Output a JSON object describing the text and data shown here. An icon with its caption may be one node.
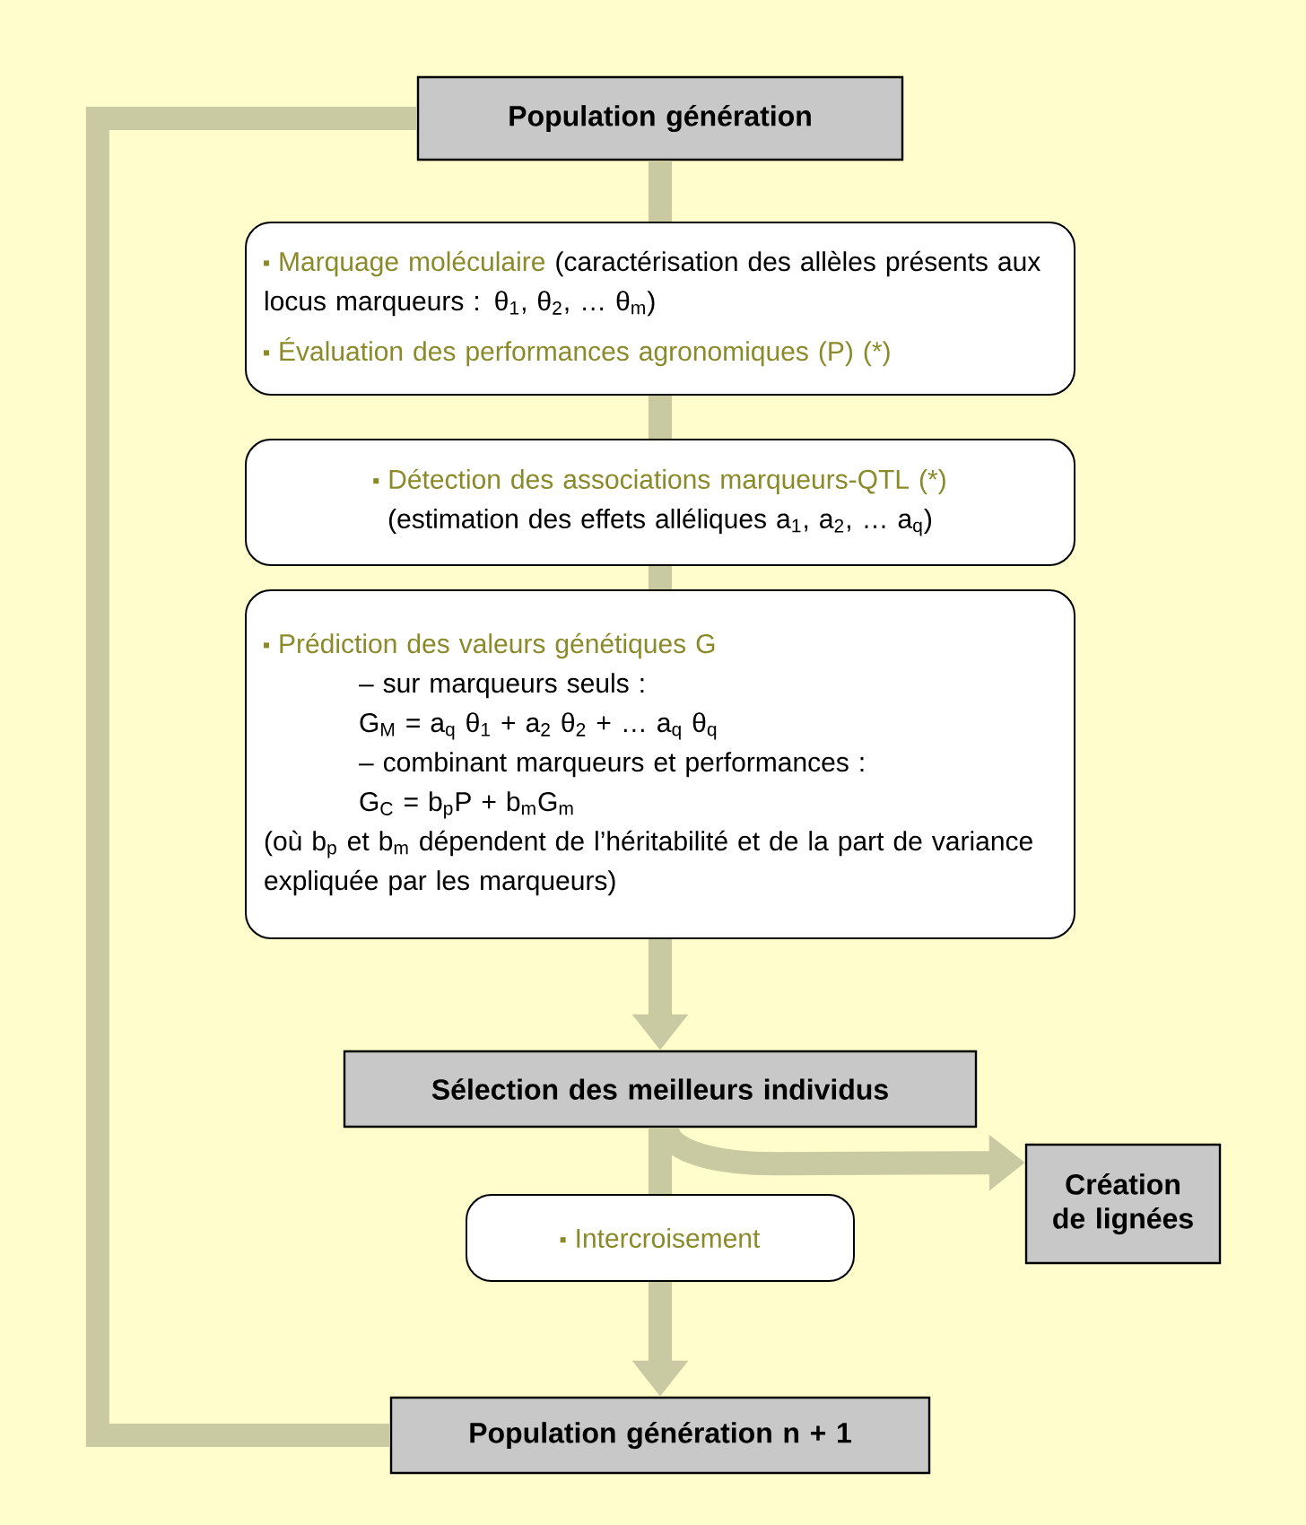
{
  "diagram": {
    "nodes": [
      {
        "text": [
          "Population génération"
        ]
      },
      {
        "text": [
          "Marquage moléculaire",
          "(caractérisation des allèles présents aux locus marqueurs : θ$_{1}$, θ$_{2}$, … θ$_{m}$)",
          "Évaluation des performances agronomiques (P) (*)"
        ]
      },
      {
        "text": [
          "Détection des associations marqueurs-QTL (*)",
          "(estimation des effets alléliques a$_{1}$, a$_{2}$, … a$_{q}$)"
        ]
      },
      {
        "text": [
          "Prédiction des valeurs génétiques G",
          "– sur marqueurs seuls :",
          "G$_{M}$ = a$_{q}$ θ$_{1}$ + a$_{2}$ θ$_{2}$ + … a$_{q}$ θ$_{q}$",
          "– combinant marqueurs et performances :",
          "G$_{C}$ = b$_{p}$P + b$_{m}$G$_{m}$",
          "(où b$_{p}$ et b$_{m}$ dépendent de l’héritabilité et de la part de variance expliquée par les marqueurs)"
        ]
      },
      {
        "text": [
          "Sélection des meilleurs individus"
        ]
      },
      {
        "text": [
          "Création de lignées"
        ]
      },
      {
        "text": [
          "Intercroisement"
        ]
      },
      {
        "text": [
          "Population génération n + 1"
        ]
      }
    ],
    "edges": [
      {
        "from": 0,
        "to": 1,
        "arrow": "none"
      },
      {
        "from": 1,
        "to": 2,
        "arrow": "none"
      },
      {
        "from": 2,
        "to": 3,
        "arrow": "none"
      },
      {
        "from": 3,
        "to": 4,
        "arrow": "to"
      },
      {
        "from": 4,
        "to": 5,
        "arrow": "to"
      },
      {
        "from": 4,
        "to": 6,
        "arrow": "none"
      },
      {
        "from": 6,
        "to": 7,
        "arrow": "to"
      },
      {
        "from": 7,
        "to": 0,
        "arrow": "none"
      }
    ]
  }
}
